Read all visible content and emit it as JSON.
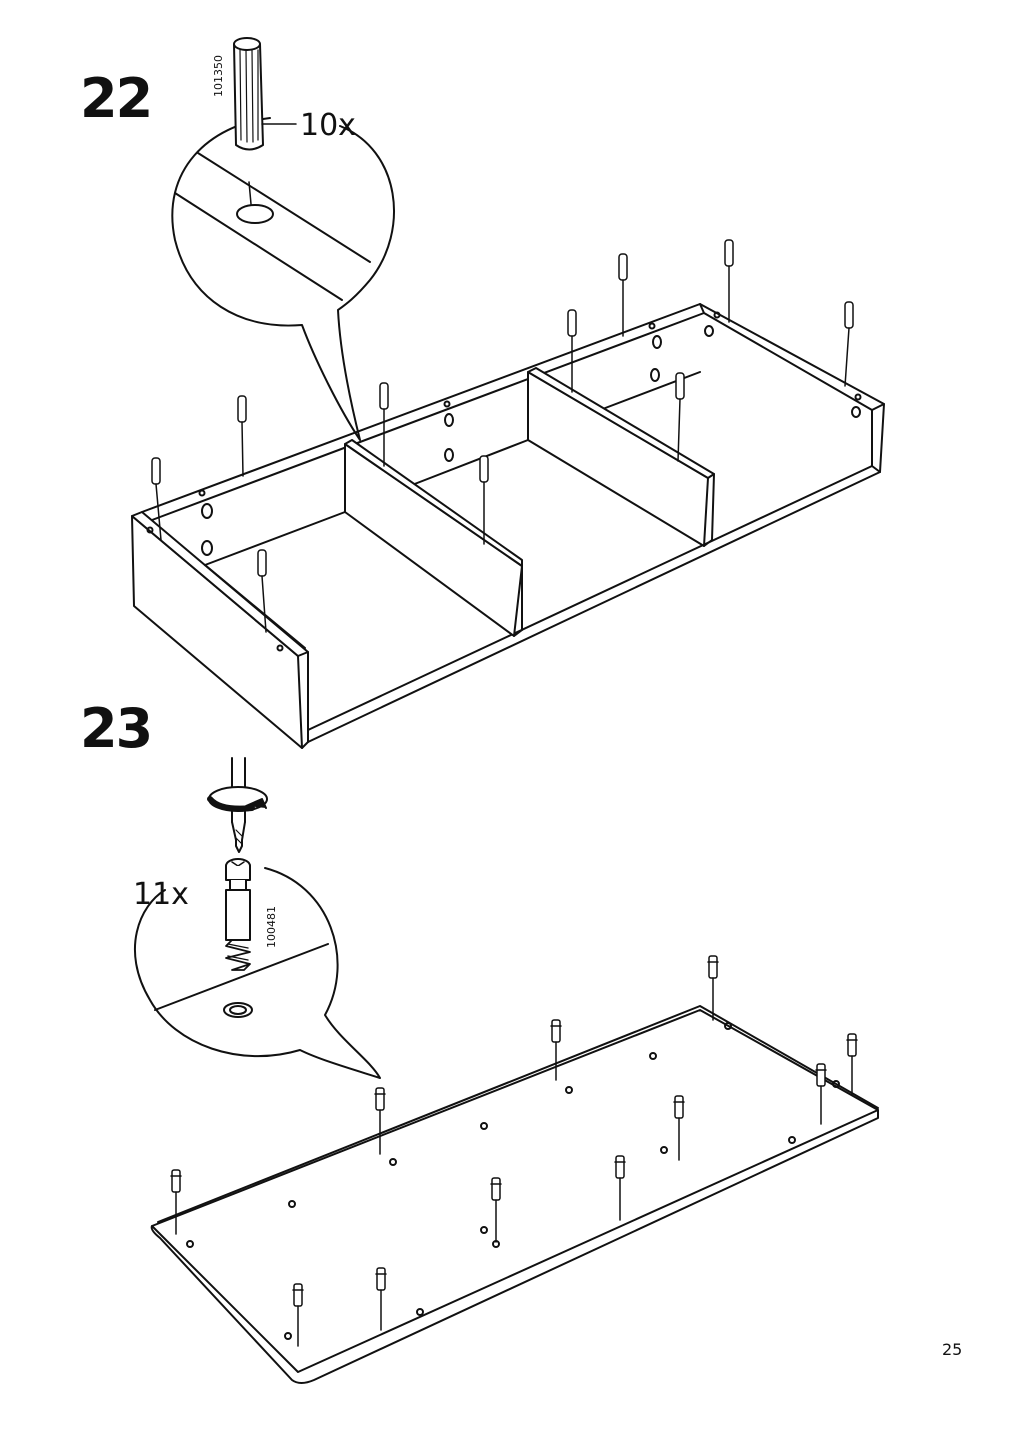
{
  "steps": [
    {
      "number": "22",
      "quantity": "10x",
      "part_number": "101350",
      "fastener_icon": "wooden-dowel-icon"
    },
    {
      "number": "23",
      "quantity": "11x",
      "part_number": "100481",
      "fastener_icon": "cam-lock-screw-icon",
      "tool_icon": "screwdriver-icon"
    }
  ],
  "page_number": "25"
}
